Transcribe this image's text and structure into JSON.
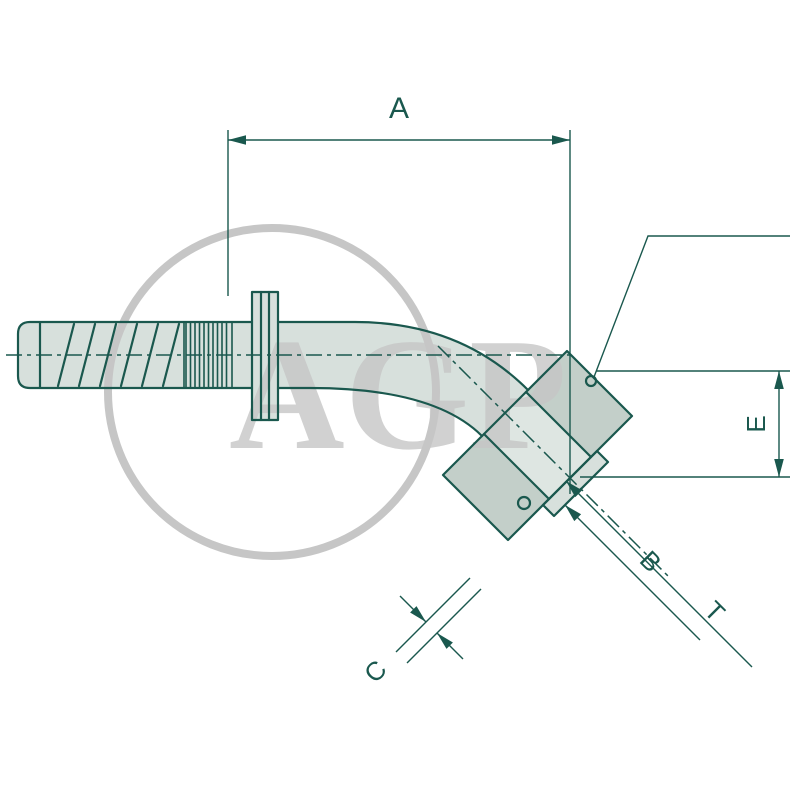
{
  "diagram": {
    "type": "technical-drawing-hydraulic-fitting-45deg-elbow",
    "labels": {
      "A": "A",
      "B": "B",
      "C": "C",
      "E": "E",
      "T": "T"
    },
    "watermark": {
      "text": "AGP"
    },
    "colors": {
      "line": "#1a584e",
      "body_fill": "#d7e0dc",
      "nut_fill_light": "#dee6e2",
      "nut_fill_dark": "#c3cfc9",
      "watermark": "#c6c6c6",
      "white": "#ffffff"
    }
  }
}
